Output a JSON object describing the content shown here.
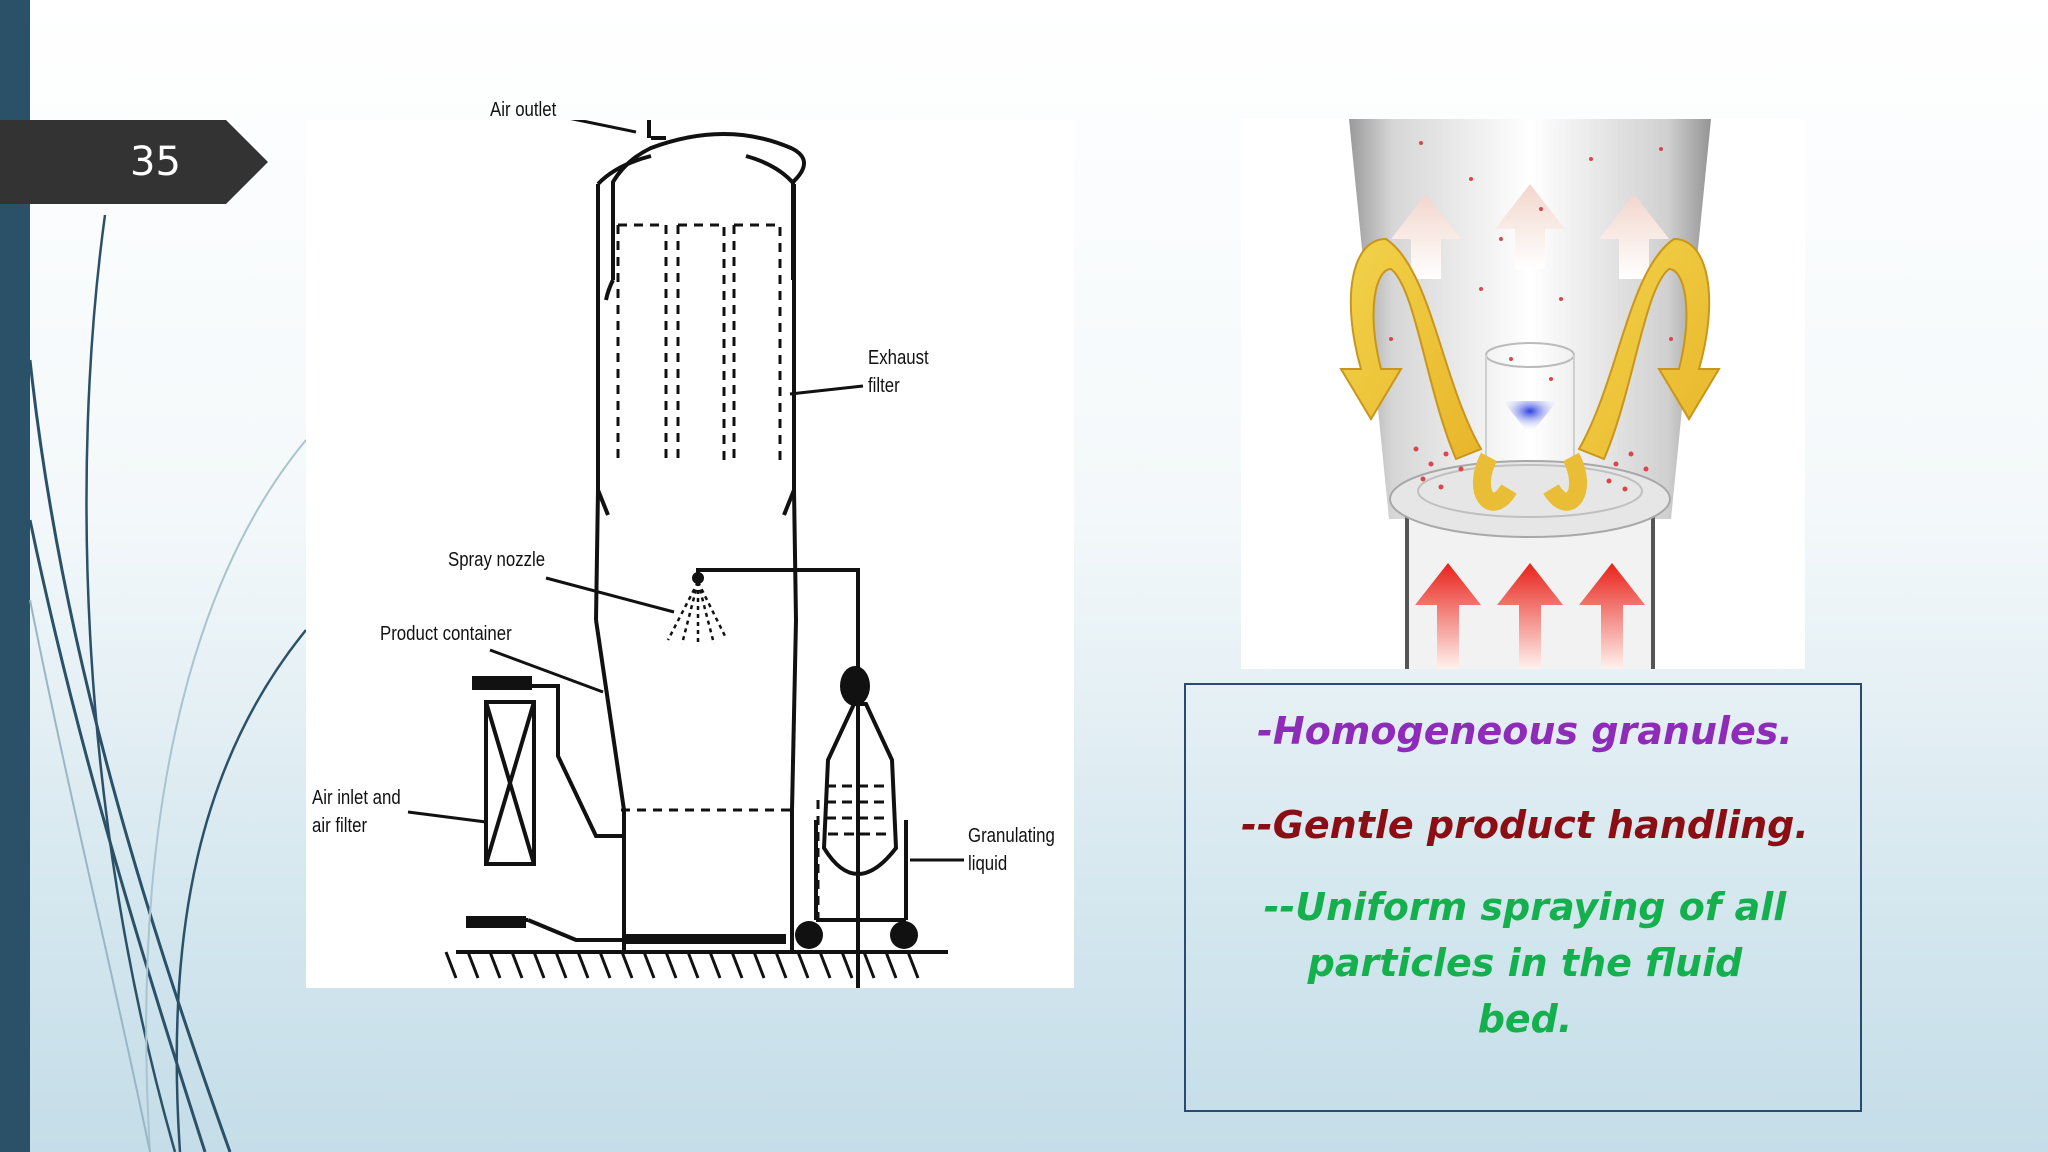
{
  "slide": {
    "page_number": "35",
    "diagram": {
      "labels": {
        "air_outlet": "Air outlet",
        "exhaust_filter": "Exhaust\nfilter",
        "spray_nozzle": "Spray nozzle",
        "product_container": "Product container",
        "air_inlet": "Air inlet and\nair filter",
        "granulating_liquid": "Granulating\nliquid"
      }
    },
    "bullets": [
      "-Homogeneous granules.",
      "--Gentle product handling.",
      "--Uniform spraying of all particles in the fluid bed."
    ],
    "colors": {
      "accent_bar": "#2b5168",
      "badge": "#333333",
      "bullet_1": "#8e2bb9",
      "bullet_2": "#8b0e14",
      "bullet_3": "#14b04e",
      "box_border": "#2a4a74"
    }
  }
}
